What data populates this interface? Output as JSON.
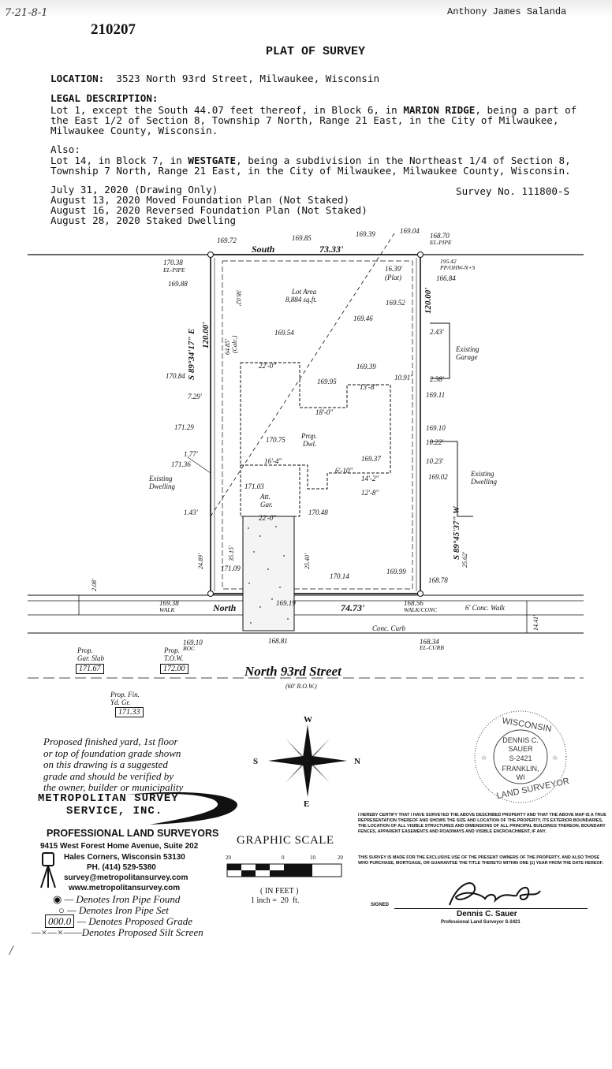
{
  "header": {
    "handwritten_date": "7-21-8-1",
    "doc_number": "210207",
    "owner": "Anthony James Salanda",
    "title": "PLAT OF SURVEY"
  },
  "location": {
    "label": "LOCATION:",
    "value": "3523 North 93rd Street, Milwaukee, Wisconsin"
  },
  "legal": {
    "heading": "LEGAL DESCRIPTION:",
    "p1_a": "Lot 1, except the South 44.07 feet thereof, in Block 6, in ",
    "p1_b": "MARION RIDGE",
    "p1_c": ", being a part of",
    "p1_line2": "the East 1/2 of Section 8, Township 7 North, Range 21 East, in the City of Milwaukee,",
    "p1_line3": "Milwaukee County, Wisconsin.",
    "also": "Also:",
    "p2_a": "Lot 14, in Block 7, in ",
    "p2_b": "WESTGATE",
    "p2_c": ", being a subdivision in the Northeast 1/4 of Section 8,",
    "p2_line2": "Township 7 North, Range 21 East, in the City of Milwaukee, Milwaukee County, Wisconsin."
  },
  "revisions": [
    "July 31, 2020 (Drawing Only)",
    "August 13, 2020 Moved Foundation Plan (Not Staked)",
    "August 16, 2020 Reversed Foundation Plan (Not Staked)",
    "August 28, 2020 Staked Dwelling"
  ],
  "survey_no": "Survey No. 111800-S",
  "plat": {
    "south_label": "South",
    "south_dim": "73.33'",
    "north_label": "North",
    "north_dim": "74.73'",
    "west_bearing": "S 89°34'17\" E",
    "west_dim": "120.00'",
    "east_bearing": "S 89°45'37\" W",
    "east_dim": "120.00'",
    "plat_note": "16.39'",
    "plat_word": "(Plat)",
    "lot_area_1": "Lot Area",
    "lot_area_2": "8,884 sq.ft.",
    "prop_dwl_1": "Prop.",
    "prop_dwl_2": "Dwl.",
    "att_gar_1": "Att.",
    "att_gar_2": "Gar.",
    "existing_garage_1": "Existing",
    "existing_garage_2": "Garage",
    "existing_dwelling_e_1": "Existing",
    "existing_dwelling_e_2": "Dwelling",
    "existing_dwelling_w_1": "Existing",
    "existing_dwelling_w_2": "Dwelling",
    "street_name": "North 93rd Street",
    "row": "(60' R.O.W.)",
    "conc_walk": "6' Conc. Walk",
    "conc_curb": "Conc. Curb",
    "pp": "PP/OHW-N+S",
    "pp_el": "195.42",
    "el_pipe_1": "EL-PIPE",
    "el_pipe_2": "EL-PIPE",
    "el_curb": "EL-CURB",
    "walk": "WALK",
    "walk_conc": "WALK/CONC",
    "boc": "BOC",
    "el": "EL",
    "elevations": {
      "e1": "169.72",
      "e2": "169.85",
      "e3": "169.39",
      "e4": "169.04",
      "e5": "168.70",
      "e6": "170.38",
      "e7": "169.88",
      "e8": "166.84",
      "e9": "169.52",
      "e10": "169.46",
      "e11": "169.54",
      "e12": "169.39",
      "e13": "169.95",
      "e14": "170.84",
      "e15": "169.11",
      "e16": "171.29",
      "e17": "170.75",
      "e18": "169.10",
      "e19": "171.36",
      "e20": "169.37",
      "e21": "169.02",
      "e22": "171.03",
      "e23": "170.48",
      "e24": "171.09",
      "e25": "170.14",
      "e26": "169.99",
      "e27": "168.78",
      "e28": "169.38",
      "e29": "169.19",
      "e30": "168.56",
      "e31": "169.10",
      "e32": "168.81",
      "e33": "168.34"
    },
    "dims": {
      "d1": "2.43'",
      "d2": "2.38'",
      "d3": "10.91'",
      "d4": "10.22'",
      "d5": "10.23'",
      "d6": "7.29'",
      "d7": "1.77'",
      "d8": "1.43'",
      "d9": "24.89'",
      "d10": "25.40'",
      "d11": "25.62'",
      "d12": "2.08'",
      "d13": "14.41'",
      "d14": "22'-0\"",
      "d15": "18'-0\"",
      "d16": "13'-8\"",
      "d17": "16'-4\"",
      "d18": "22'-0\"",
      "d19": "14'-2\"",
      "d20": "12'-8\"",
      "d21": "6'-10\"",
      "d22": "38.02'",
      "d23": "64.85'",
      "d24": "(Calc.)",
      "d25": "35.15'"
    },
    "prop_gar_slab": "Prop.\nGar. Slab",
    "prop_gar_slab_val": "171.67",
    "prop_tow": "Prop.\nT.O.W.",
    "prop_tow_val": "172.00",
    "prop_fin": "Prop. Fin.\nYd. Gr.",
    "prop_fin_val": "171.33"
  },
  "note": "Proposed finished yard, 1st floor\nor top of foundation grade shown\non this drawing is a suggested\ngrade and should be verified by\nthe owner, builder or municipality",
  "compass": {
    "n": "N",
    "s": "S",
    "e": "E",
    "w": "W"
  },
  "firm": {
    "name1": "METROPOLITAN SURVEY",
    "name2": "SERVICE, INC.",
    "tagline": "PROFESSIONAL LAND SURVEYORS",
    "address": "9415 West Forest Home Avenue, Suite 202",
    "city": "Hales Corners, Wisconsin 53130",
    "phone": "PH. (414) 529-5380",
    "email": "survey@metropolitansurvey.com",
    "web": "www.metropolitansurvey.com"
  },
  "scale": {
    "title": "GRAPHIC SCALE",
    "t0": "20",
    "t1": "0",
    "t2": "10",
    "t3": "20",
    "unit": "( IN FEET )",
    "ratio": "1 inch =  20  ft."
  },
  "legend": {
    "iron_found": "— Denotes Iron Pipe Found",
    "iron_set": "— Denotes Iron Pipe Set",
    "grade_box": "000.0",
    "grade": "— Denotes Proposed Grade",
    "silt": "—Denotes Proposed Silt Screen"
  },
  "seal": {
    "top": "WISCONSIN",
    "bottom": "LAND SURVEYOR",
    "name": "DENNIS C.\nSAUER",
    "license": "S-2421",
    "city": "FRANKLIN,\nWI"
  },
  "certification": {
    "p1": "I HEREBY CERTIFY THAT I HAVE SURVEYED THE ABOVE DESCRIBED PROPERTY AND THAT THE ABOVE MAP IS A TRUE REPRESENTATION THEREOF AND SHOWS THE SIZE AND LOCATION OF THE PROPERTY, ITS EXTERIOR BOUNDARIES, THE LOCATION OF ALL VISIBLE STRUCTURES AND DIMENSIONS OF ALL PRINCIPAL BUILDINGS THEREON, BOUNDARY FENCES, APPARENT EASEMENTS AND ROADWAYS AND VISIBLE ENCROACHMENT, IF ANY.",
    "p2": "THIS SURVEY IS MADE FOR THE EXCLUSIVE USE OF THE PRESENT OWNERS OF THE PROPERTY, AND ALSO THOSE WHO PURCHASE, MORTGAGE, OR GUARANTEE THE TITLE THERETO WITHIN ONE (1) YEAR FROM THE DATE HEREOF.",
    "signed": "SIGNED",
    "signer": "Dennis C. Sauer",
    "signer_title": "Professional Land Surveyor S-2421"
  }
}
